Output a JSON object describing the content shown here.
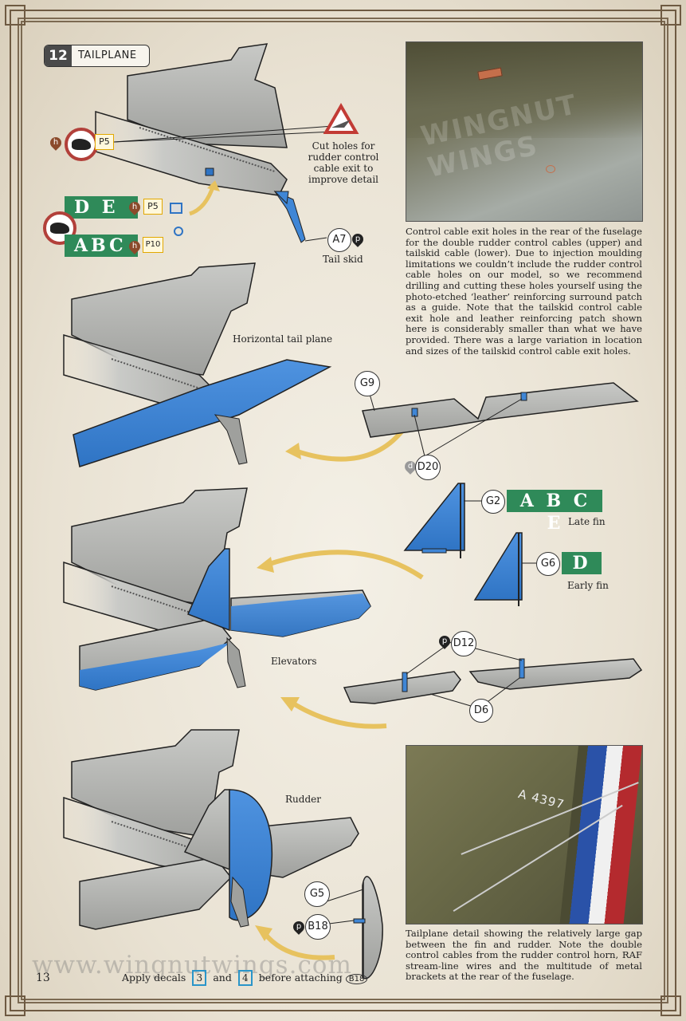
{
  "step": {
    "number": "12",
    "title": "TAILPLANE"
  },
  "colors": {
    "part_blue": "#3f86d6",
    "part_grey": "#b9bab8",
    "tag_green": "#2f8a59",
    "warning_red": "#b2403a",
    "arrow_gold": "#e7c25f"
  },
  "callouts": {
    "cut_holes": "Cut holes for rudder control cable exit to improve detail",
    "tail_skid": "Tail skid",
    "horizontal_tail_plane": "Horizontal tail plane",
    "late_fin": "Late fin",
    "early_fin": "Early fin",
    "elevators": "Elevators",
    "rudder": "Rudder"
  },
  "parts": {
    "a7": "A7",
    "a7_marker": "p",
    "g9": "G9",
    "d20": "D20",
    "d20_marker": "d",
    "g2": "G2",
    "g6": "G6",
    "d12": "D12",
    "d12_marker": "p",
    "d6": "D6",
    "g5": "G5",
    "b18": "B18",
    "b18_marker": "p",
    "p5": "P5",
    "p5b": "P5",
    "p10": "P10",
    "h_marker": "h"
  },
  "version_tags": {
    "de": "D E",
    "abc": "ABC",
    "abce": "A B C E",
    "d": "D"
  },
  "photo1_caption": "Control cable exit holes in the rear of the fuselage for the double rudder control cables (upper) and tailskid cable (lower). Due to injection moulding limitations we couldn’t include the rudder control cable holes on our model, so we recommend drilling and cutting these holes yourself using the photo-etched ‘leather’ reinforcing surround patch as a guide. Note that the tailskid control cable exit hole and leather reinforcing patch shown here is considerably smaller than what we have provided. There was a large variation in location and sizes of the tailskid control cable exit holes.",
  "photo2_caption": "Tailplane detail showing the relatively large gap between the fin and rudder. Note the double control cables from the rudder control horn, RAF stream-line wires and the multitude of metal brackets at the rear of the fuselage.",
  "photo1_watermark": "WINGNUT WINGS",
  "photo2_serial": "A 4397",
  "footer": {
    "url": "www.wingnutwings.com",
    "page_number": "13",
    "note_before": "Apply decals",
    "decal_a": "3",
    "note_and": "and",
    "decal_b": "4",
    "note_after": "before attaching",
    "note_part": "B18"
  }
}
